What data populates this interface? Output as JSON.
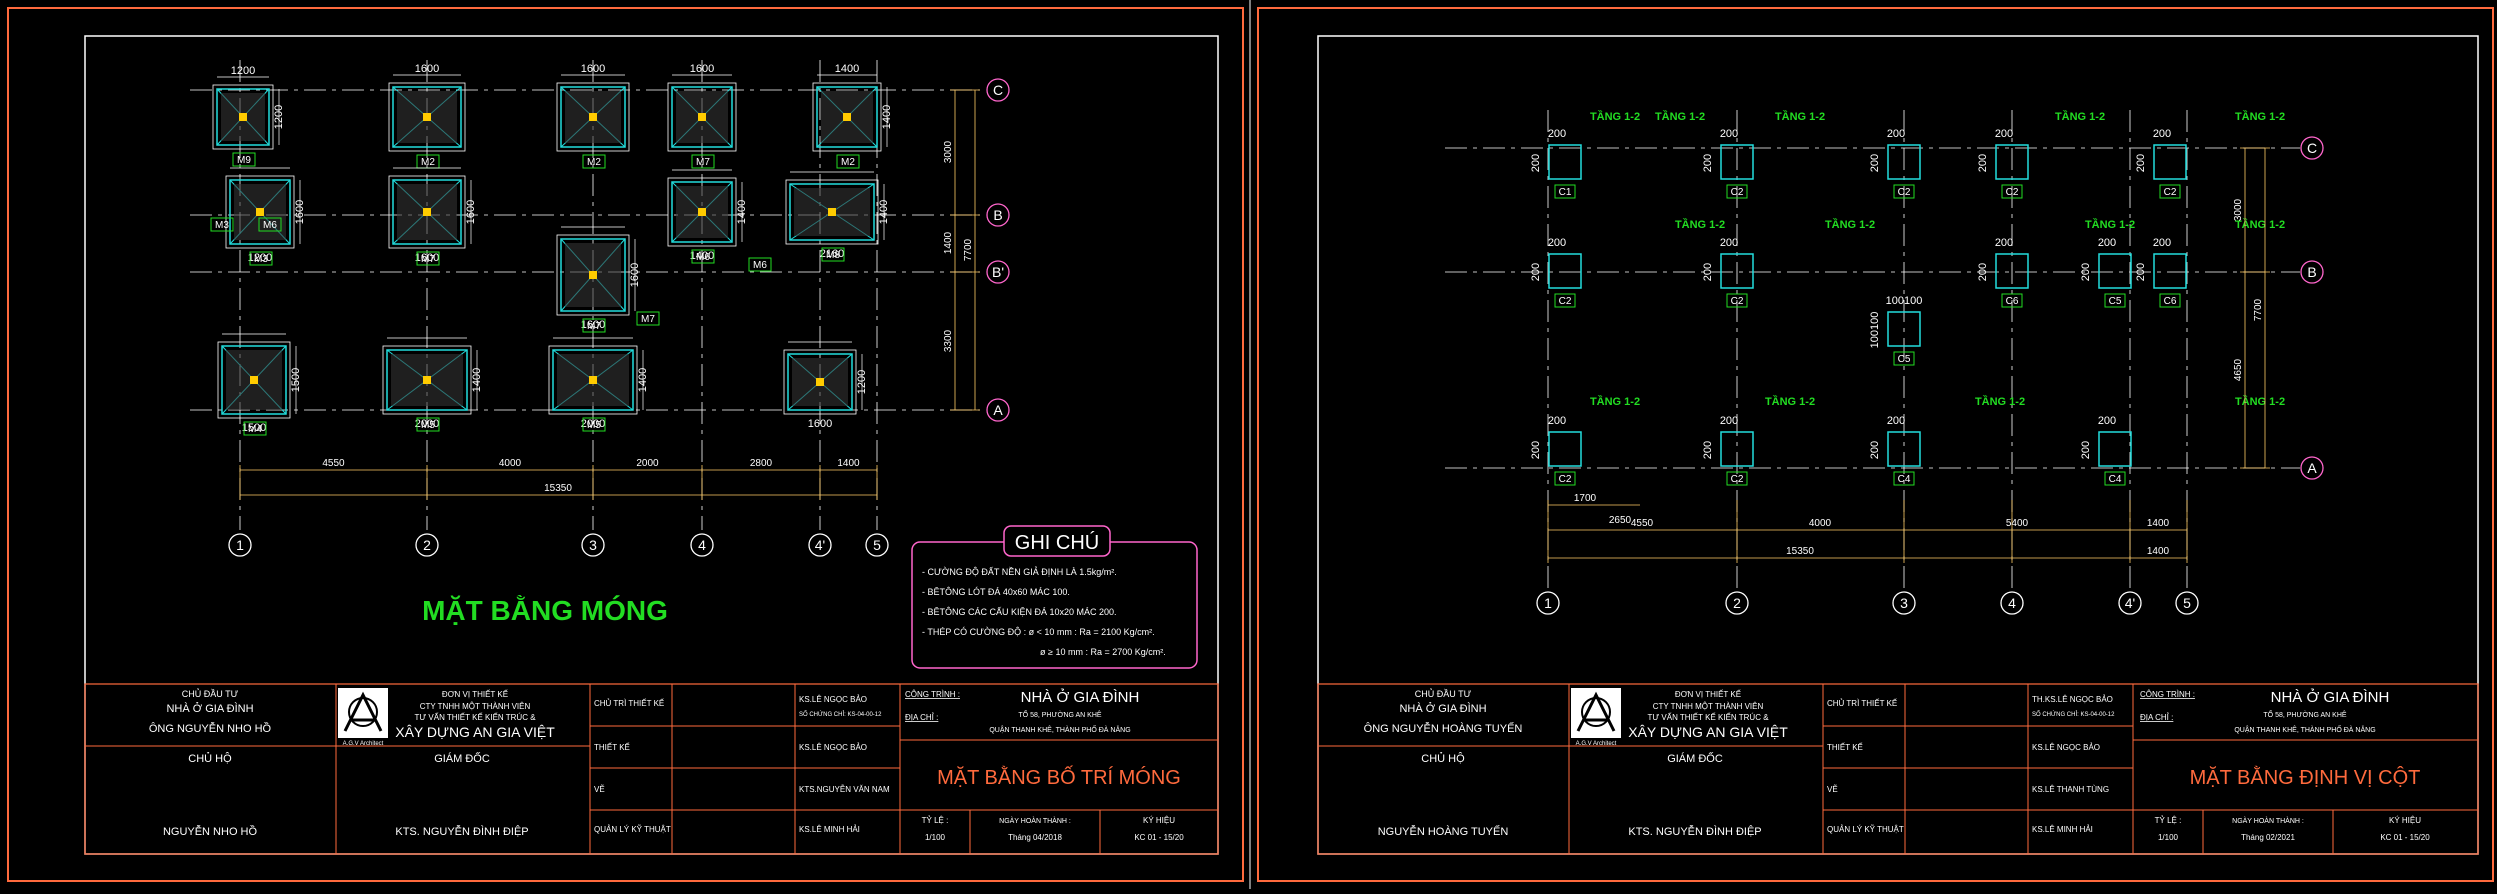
{
  "left_sheet": {
    "foundations": [
      {
        "label": "M9",
        "w": "1200",
        "h": "1200"
      },
      {
        "label": "M2",
        "w": "1600",
        "h": ""
      },
      {
        "label": "M2",
        "w": "1600",
        "h": ""
      },
      {
        "label": "M7",
        "w": "1600",
        "h": ""
      },
      {
        "label": "M2",
        "w": "1400",
        "h": "1400"
      },
      {
        "label": "M3",
        "w": "1200",
        "h": "1600"
      },
      {
        "label": "M7",
        "w": "1600",
        "h": "1600"
      },
      {
        "label": "M7",
        "w": "1600",
        "h": "1600"
      },
      {
        "label": "M6",
        "w": "1400",
        "h": "1400"
      },
      {
        "label": "M8",
        "w": "2160",
        "h": "1400"
      },
      {
        "label": "M4",
        "w": "1500",
        "h": "1500"
      },
      {
        "label": "M5",
        "w": "2000",
        "h": "1400"
      },
      {
        "label": "M5",
        "w": "2000",
        "h": "1400"
      },
      {
        "label": "",
        "w": "1600",
        "h": "1200"
      }
    ],
    "extra_labels": {
      "m3": "M3",
      "m6": "M6",
      "m6b": "M6",
      "m7b": "M7"
    },
    "dims_bottom": [
      "4550",
      "4000",
      "2000",
      "2800",
      "1400"
    ],
    "dim_total": "15350",
    "dims_right": [
      "3000",
      "1400",
      "3300"
    ],
    "dim_right_total": "7700",
    "axes_x": [
      "1",
      "2",
      "3",
      "4",
      "4'",
      "5"
    ],
    "axes_y": [
      "C",
      "B",
      "B'",
      "A"
    ],
    "title": "MẶT BẰNG MÓNG",
    "notes_title": "GHI CHÚ",
    "notes": [
      "- CƯỜNG ĐỘ ĐẤT NỀN GIẢ ĐỊNH LÀ 1.5kg/m².",
      "- BÊTÔNG LÓT ĐÁ 40x60 MÁC 100.",
      "- BÊTÔNG CÁC CẤU KIỆN ĐÁ 10x20 MÁC 200.",
      "- THÉP CÓ CƯỜNG ĐỘ : ø < 10 mm : Ra = 2100 Kg/cm².",
      "ø ≥ 10 mm : Ra = 2700 Kg/cm²."
    ],
    "title_block": {
      "owner_label": "CHỦ ĐẦU TƯ",
      "owner_1": "NHÀ Ở GIA ĐÌNH",
      "owner_2": "ÔNG NGUYỄN NHO HỒ",
      "chu_ho": "CHỦ HỘ",
      "chu_ho_name": "NGUYỄN NHO HỒ",
      "logo_text": "A.G.V Architect",
      "unit_label": "ĐƠN VỊ THIẾT KẾ",
      "unit_1": "CTY TNHH MỘT THÀNH VIÊN",
      "unit_2": "TƯ VẤN THIẾT KẾ KIẾN TRÚC &",
      "unit_3": "XÂY DỰNG AN GIA VIỆT",
      "director": "GIÁM ĐỐC",
      "director_name": "KTS. NGUYỄN ĐÌNH ĐIỆP",
      "roles": [
        "CHỦ TRÌ THIẾT KẾ",
        "THIẾT KẾ",
        "VẼ",
        "QUẢN LÝ KỸ THUẬT"
      ],
      "persons": [
        "KS.LÊ NGỌC BẢO",
        "KS.LÊ NGỌC BẢO",
        "KTS.NGUYỄN VĂN NAM",
        "KS.LÊ MINH HẢI"
      ],
      "cert": "SỐ CHỨNG CHỈ: KS-04-00-12",
      "project_label": "CÔNG TRÌNH :",
      "project": "NHÀ Ở GIA ĐÌNH",
      "addr_label": "ĐỊA CHỈ :",
      "addr_1": "TỔ 58, PHƯỜNG AN KHÊ",
      "addr_2": "QUẬN THANH KHÊ, THÀNH PHỐ ĐÀ NẴNG",
      "drawing": "MẶT BẰNG BỐ TRÍ MÓNG",
      "tyle_label": "TỶ LỆ :",
      "tyle": "1/100",
      "date_label": "NGÀY HOÀN THÀNH :",
      "date": "Tháng 04/2018",
      "kh_label": "KÝ HIỆU",
      "kh": "KC 01 - 15/20"
    }
  },
  "right_sheet": {
    "columns": [
      "C1",
      "C2",
      "C2",
      "C2",
      "C2",
      "C2",
      "C2",
      "C6",
      "C5",
      "C6",
      "C5",
      "C2",
      "C2",
      "C4",
      "C4"
    ],
    "floor_label": "TẦNG 1-2",
    "dim_200": "200",
    "dim_100": "100",
    "dims_bottom_1": [
      "1700",
      "2650"
    ],
    "dims_bottom_2": [
      "4550",
      "4000",
      "5400",
      "1400"
    ],
    "dim_total": "15350",
    "dim_last": "1400",
    "dims_right": [
      "3000",
      "4650"
    ],
    "dim_right_total": "7700",
    "axes_x": [
      "1",
      "2",
      "3",
      "4",
      "4'",
      "5"
    ],
    "axes_y": [
      "C",
      "B",
      "A"
    ],
    "title_block": {
      "owner_label": "CHỦ ĐẦU TƯ",
      "owner_1": "NHÀ Ở GIA ĐÌNH",
      "owner_2": "ÔNG NGUYỄN HOÀNG TUYẾN",
      "chu_ho": "CHỦ HỘ",
      "chu_ho_name": "NGUYỄN HOÀNG TUYẾN",
      "logo_text": "A.G.V Architect",
      "unit_label": "ĐƠN VỊ THIẾT KẾ",
      "unit_1": "CTY TNHH MỘT THÀNH VIÊN",
      "unit_2": "TƯ VẤN THIẾT KẾ KIẾN TRÚC &",
      "unit_3": "XÂY DỰNG AN GIA VIỆT",
      "director": "GIÁM ĐỐC",
      "director_name": "KTS. NGUYỄN ĐÌNH ĐIỆP",
      "roles": [
        "CHỦ TRÌ THIẾT KẾ",
        "THIẾT KẾ",
        "VẼ",
        "QUẢN LÝ KỸ THUẬT"
      ],
      "persons": [
        "TH.KS.LÊ NGỌC BẢO",
        "KS.LÊ NGỌC BẢO",
        "KS.LÊ THANH TÙNG",
        "KS.LÊ MINH HẢI"
      ],
      "cert": "SỐ CHỨNG CHỈ: KS-04-00-12",
      "project_label": "CÔNG TRÌNH :",
      "project": "NHÀ Ở GIA ĐÌNH",
      "addr_label": "ĐỊA CHỈ :",
      "addr_1": "TỔ 58, PHƯỜNG AN KHÊ",
      "addr_2": "QUẬN THANH KHÊ, THÀNH PHỐ ĐÀ NẴNG",
      "drawing": "MẶT BẰNG ĐỊNH VỊ CỘT",
      "tyle_label": "TỶ LỆ :",
      "tyle": "1/100",
      "date_label": "NGÀY HOÀN THÀNH :",
      "date": "Tháng 02/2021",
      "kh_label": "KÝ HIỆU",
      "kh": "KC 01 - 15/20"
    }
  }
}
